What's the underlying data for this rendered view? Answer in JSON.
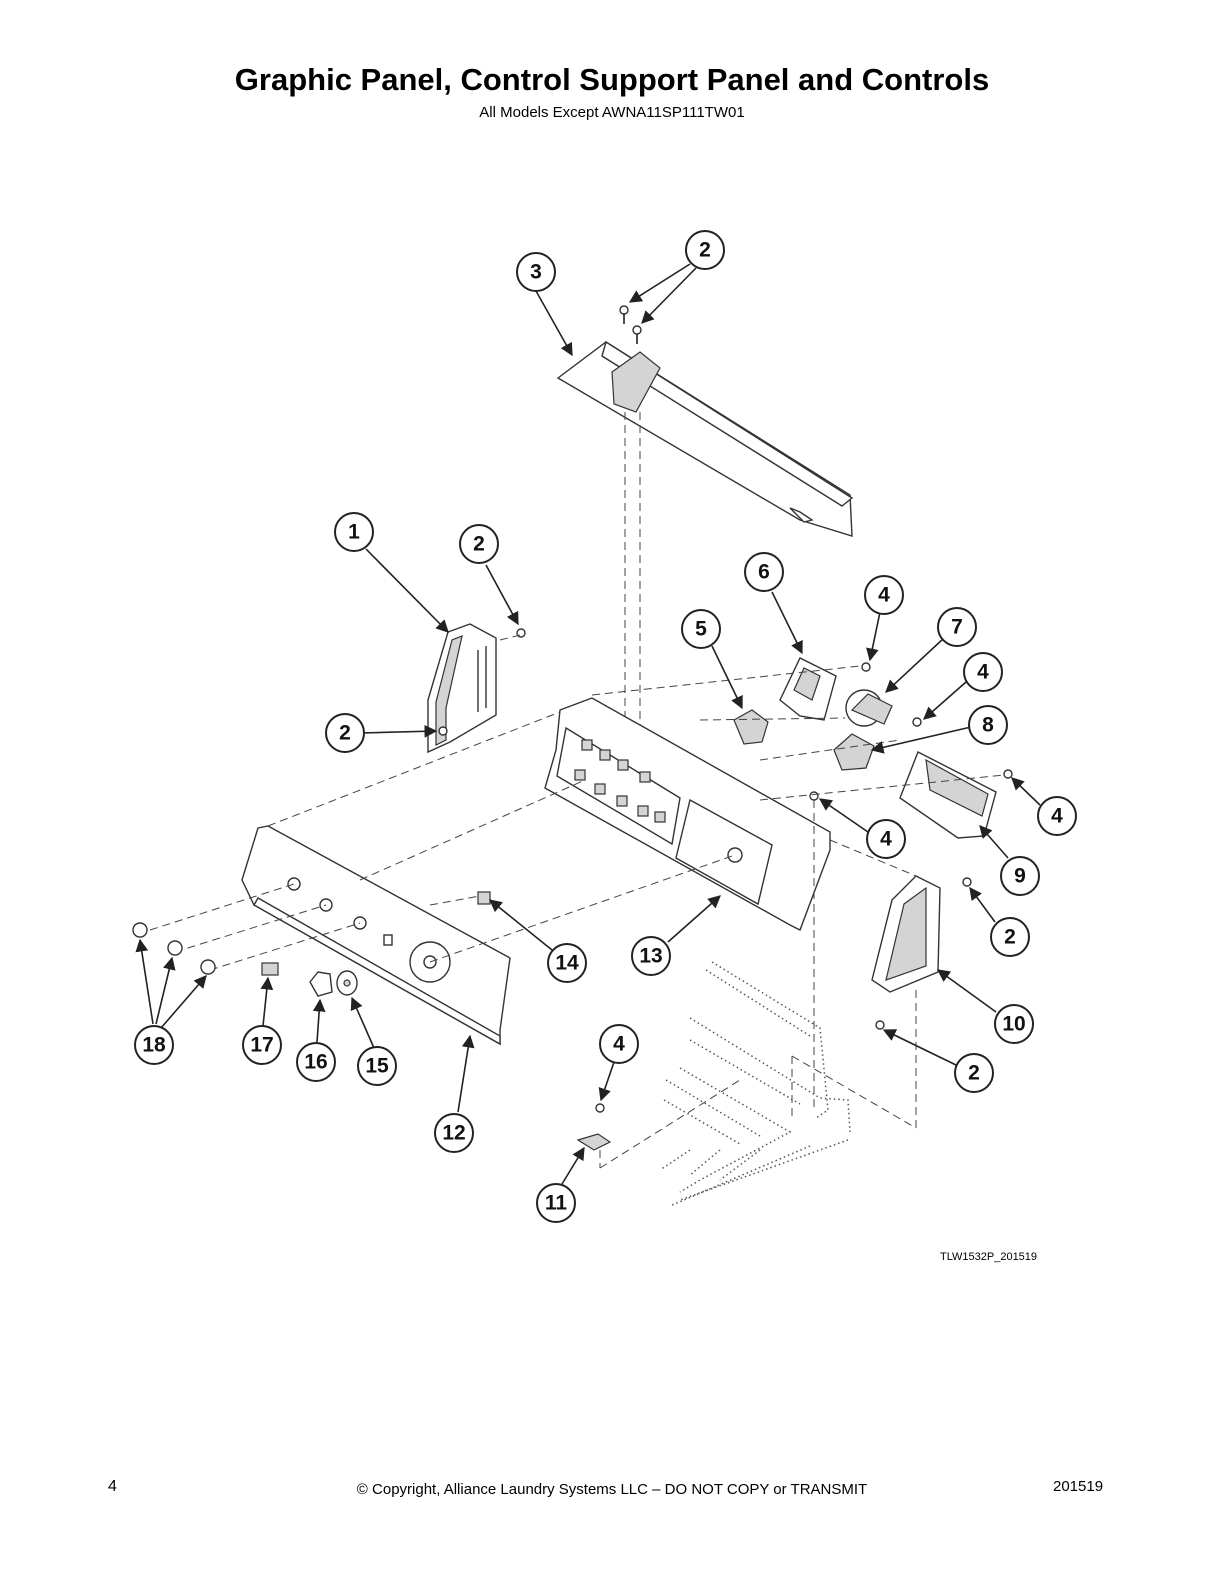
{
  "header": {
    "title": "Graphic Panel, Control Support Panel and Controls",
    "subtitle": "All Models Except AWNA11SP111TW01"
  },
  "diagram": {
    "drawing_id": "TLW1532P_201519",
    "callouts": [
      {
        "id": "c1",
        "label": "1"
      },
      {
        "id": "c2a",
        "label": "2"
      },
      {
        "id": "c2b",
        "label": "2"
      },
      {
        "id": "c2c",
        "label": "2"
      },
      {
        "id": "c2d",
        "label": "2"
      },
      {
        "id": "c2e",
        "label": "2"
      },
      {
        "id": "c3",
        "label": "3"
      },
      {
        "id": "c4a",
        "label": "4"
      },
      {
        "id": "c4b",
        "label": "4"
      },
      {
        "id": "c4c",
        "label": "4"
      },
      {
        "id": "c4d",
        "label": "4"
      },
      {
        "id": "c4e",
        "label": "4"
      },
      {
        "id": "c5",
        "label": "5"
      },
      {
        "id": "c6",
        "label": "6"
      },
      {
        "id": "c7",
        "label": "7"
      },
      {
        "id": "c8",
        "label": "8"
      },
      {
        "id": "c9",
        "label": "9"
      },
      {
        "id": "c10",
        "label": "10"
      },
      {
        "id": "c11",
        "label": "11"
      },
      {
        "id": "c12",
        "label": "12"
      },
      {
        "id": "c13",
        "label": "13"
      },
      {
        "id": "c14",
        "label": "14"
      },
      {
        "id": "c15",
        "label": "15"
      },
      {
        "id": "c16",
        "label": "16"
      },
      {
        "id": "c17",
        "label": "17"
      },
      {
        "id": "c18",
        "label": "18"
      }
    ]
  },
  "footer": {
    "page_number": "4",
    "copyright": "© Copyright, Alliance Laundry Systems LLC – DO NOT COPY or TRANSMIT",
    "doc_code": "201519"
  }
}
